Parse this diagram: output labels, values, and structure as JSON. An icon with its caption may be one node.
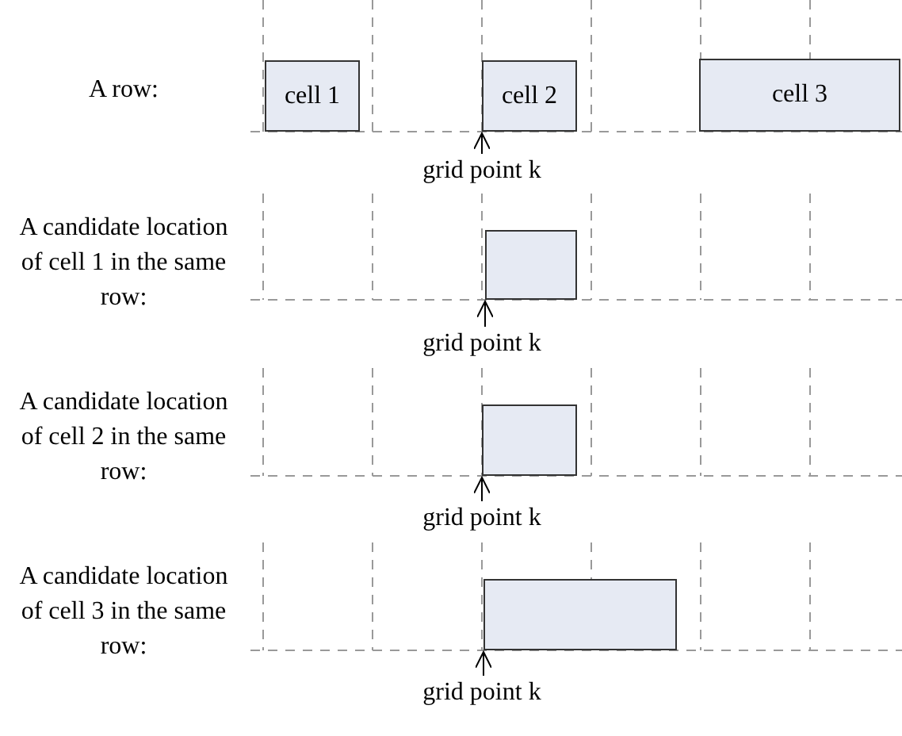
{
  "diagram": {
    "nodes": [
      {
        "text": [
          "cell 1"
        ]
      },
      {
        "text": [
          "cell 2"
        ]
      },
      {
        "text": [
          "cell 3"
        ]
      },
      {
        "text": [
          "grid point k"
        ]
      },
      {
        "text": [],
        "shape": "box"
      },
      {
        "text": [
          "grid point k"
        ]
      },
      {
        "text": [],
        "shape": "box"
      },
      {
        "text": [
          "grid point k"
        ]
      },
      {
        "text": [],
        "shape": "box"
      },
      {
        "text": [
          "grid point k"
        ]
      }
    ],
    "edges": [
      {
        "from": 3,
        "to": null,
        "arrow": "to"
      },
      {
        "from": 5,
        "to": null,
        "arrow": "to"
      },
      {
        "from": 7,
        "to": null,
        "arrow": "to"
      },
      {
        "from": 9,
        "to": null,
        "arrow": "to"
      }
    ],
    "labels": [
      "A row:",
      "A candidate location of cell 1 in the same row:",
      "A candidate location of cell 2 in the same row:",
      "A candidate location of cell 3 in the same row:"
    ]
  }
}
